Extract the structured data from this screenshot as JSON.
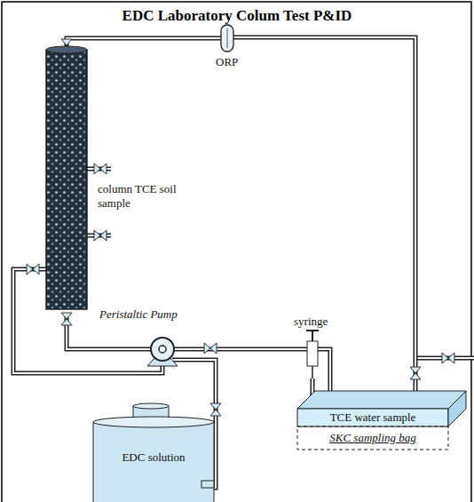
{
  "diagram": {
    "title": "EDC Laboratory Colum Test P&ID",
    "nodes": [
      {
        "text": [
          "column TCE soil sample"
        ]
      },
      {
        "text": [
          "ORP"
        ]
      },
      {
        "text": [
          "Peristaltic Pump"
        ]
      },
      {
        "text": [
          "EDC solution"
        ]
      },
      {
        "text": [
          "syringe"
        ]
      },
      {
        "text": [
          "TCE water sample"
        ]
      },
      {
        "text": [
          "SKC sampling bag"
        ]
      }
    ],
    "edges": [
      {
        "from": 0,
        "to": 1,
        "arrow": "none"
      },
      {
        "from": 1,
        "to": 5,
        "arrow": "none"
      },
      {
        "from": 0,
        "to": 2,
        "arrow": "none"
      },
      {
        "from": 2,
        "to": 5,
        "arrow": "none"
      },
      {
        "from": 3,
        "to": 2,
        "arrow": "none"
      },
      {
        "from": 4,
        "to": 5,
        "arrow": "none"
      }
    ]
  }
}
